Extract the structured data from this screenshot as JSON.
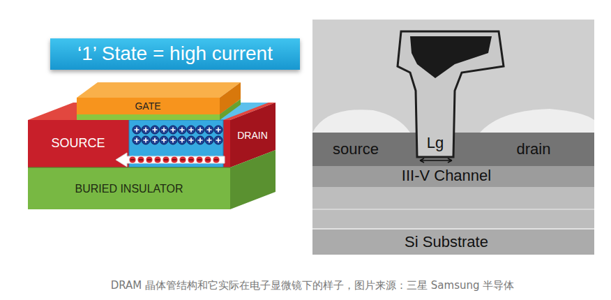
{
  "diagram": {
    "caption": "DRAM 晶体管结构和它实际在电子显微镜下的样子，图片来源：三星 Samsung 半导体",
    "nodes": [
      {
        "text": [
          "‘1’ State = high current"
        ]
      },
      {
        "text": [
          "GATE"
        ]
      },
      {
        "text": [
          "SOURCE"
        ]
      },
      {
        "text": [
          "DRAIN"
        ]
      },
      {
        "text": [
          "BURIED INSULATOR"
        ]
      }
    ],
    "labels": [
      "source",
      "Lg",
      "drain",
      "III-V Channel",
      "Si Substrate"
    ]
  }
}
